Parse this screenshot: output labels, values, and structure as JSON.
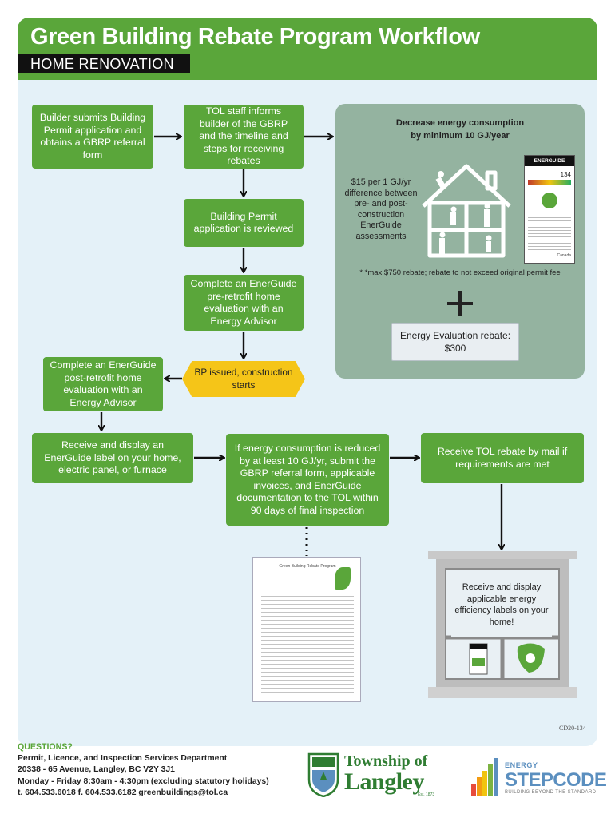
{
  "header": {
    "title": "Green Building Rebate Program Workflow",
    "subtitle": "HOME RENOVATION"
  },
  "steps": {
    "submit": "Builder submits Building Permit application and obtains a GBRP referral form",
    "inform": "TOL staff informs builder of the GBRP and the timeline and steps for receiving rebates",
    "review": "Building Permit application is reviewed",
    "pre_eval": "Complete an EnerGuide pre-retrofit home evaluation with an Energy Advisor",
    "bp_issued": "BP issued, construction starts",
    "post_eval": "Complete an EnerGuide post-retrofit home evaluation with an Energy Advisor",
    "display_label": "Receive and display an EnerGuide label on your home, electric panel, or furnace",
    "submit_docs": "If energy consumption is reduced by at least 10 GJ/yr, submit the GBRP referral form, applicable invoices, and EnerGuide documentation to the TOL within 90 days of final inspection",
    "receive_rebate": "Receive TOL rebate by mail if requirements are met"
  },
  "rebate_panel": {
    "heading_line1": "Decrease energy consumption",
    "heading_line2": "by minimum 10 GJ/year",
    "rate_text": "$15 per 1 GJ/yr difference between pre- and post-construction EnerGuide assessments",
    "max_note": "* *max $750 rebate; rebate to not exceed original permit fee",
    "evaluation_rebate": "Energy Evaluation rebate: $300",
    "label_brand": "ENERGUIDE",
    "label_value": "134",
    "label_country": "Canada"
  },
  "window_label": "Receive and display applicable energy efficiency labels on your home!",
  "form_title": "Green Building Rebate Program",
  "doc_code": "CD20-134",
  "footer": {
    "questions": "QUESTIONS?",
    "department": "Permit, Licence, and Inspection Services Department",
    "address": "20338 - 65 Avenue, Langley, BC  V2Y 3J1",
    "hours": "Monday - Friday  8:30am - 4:30pm (excluding statutory holidays)",
    "contact": "t. 604.533.6018    f. 604.533.6182    greenbuildings@tol.ca"
  },
  "logos": {
    "tol_line1": "Township of",
    "tol_line2": "Langley",
    "tol_est": "Est. 1873",
    "step_energy": "ENERGY",
    "step_main": "STEPCODE",
    "step_tag": "BUILDING BEYOND THE STANDARD"
  },
  "colors": {
    "green": "#5aa63a",
    "panel_bg": "#e4f1f8",
    "grey_panel": "#94b3a0",
    "yellow": "#f5c518"
  }
}
